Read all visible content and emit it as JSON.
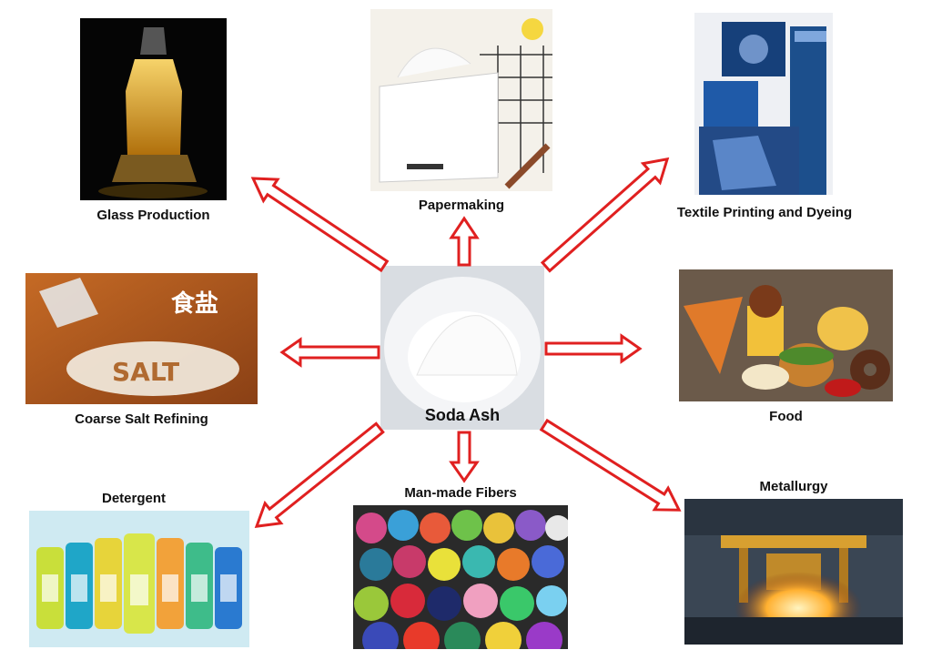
{
  "center": {
    "label": "Soda Ash"
  },
  "applications": {
    "glass": "Glass Production",
    "paper": "Papermaking",
    "textile": "Textile Printing and Dyeing",
    "salt": "Coarse Salt Refining",
    "food": "Food",
    "detergent": "Detergent",
    "fibers": "Man-made Fibers",
    "metallurgy": "Metallurgy"
  },
  "salt_sign": {
    "cn_text": "食盐",
    "powder_text": "SALT"
  },
  "colors": {
    "arrow_outline": "#e02020",
    "arrow_fill": "#ffffff"
  }
}
